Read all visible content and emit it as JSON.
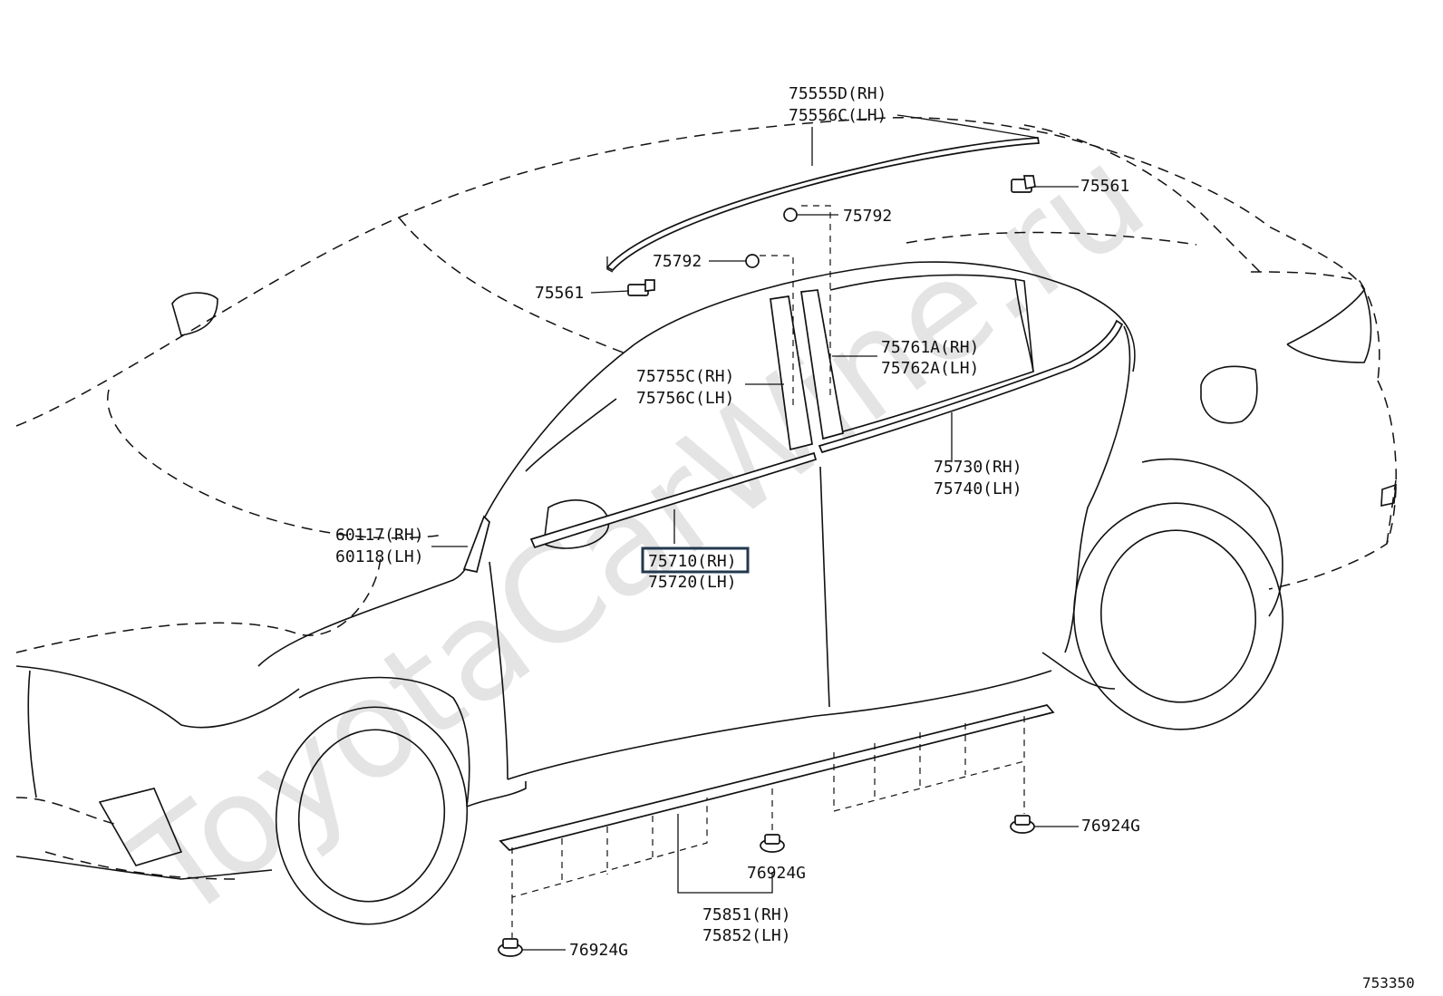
{
  "watermark": "ToyotaCarWine.ru",
  "figure_id": "753350",
  "highlight_color": "#23384f",
  "labels": {
    "roof_molding_rh": "75555D(RH)",
    "roof_molding_lh": "75556C(LH)",
    "clip_roof_rear": "75561",
    "clip_roof_front": "75561",
    "nut_upper": "75792",
    "nut_lower": "75792",
    "pillar_front_rh": "75755C(RH)",
    "pillar_front_lh": "75756C(LH)",
    "pillar_rear_rh": "75761A(RH)",
    "pillar_rear_lh": "75762A(LH)",
    "belt_rear_rh": "75730(RH)",
    "belt_rear_lh": "75740(LH)",
    "belt_front_rh": "75710(RH)",
    "belt_front_lh": "75720(LH)",
    "triangle_rh": "60117(RH)",
    "triangle_lh": "60118(LH)",
    "rocker_rh": "75851(RH)",
    "rocker_lh": "75852(LH)",
    "clip_right": "76924G",
    "clip_center": "76924G",
    "clip_left": "76924G"
  }
}
